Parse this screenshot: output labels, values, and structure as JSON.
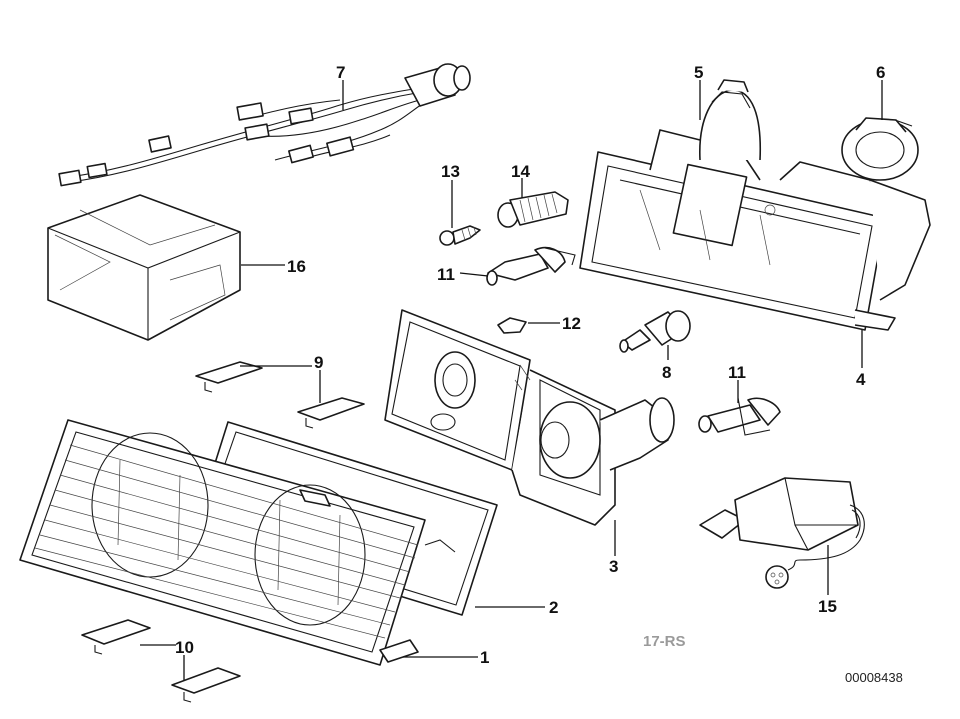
{
  "diagram": {
    "labels": {
      "p1": "1",
      "p2": "2",
      "p3": "3",
      "p4": "4",
      "p5": "5",
      "p6": "6",
      "p7": "7",
      "p8": "8",
      "p9": "9",
      "p10": "10",
      "p11a": "11",
      "p11b": "11",
      "p12": "12",
      "p13": "13",
      "p14": "14",
      "p15": "15",
      "p16": "16"
    },
    "watermark": "17-RS",
    "drawing_number": "00008438"
  }
}
